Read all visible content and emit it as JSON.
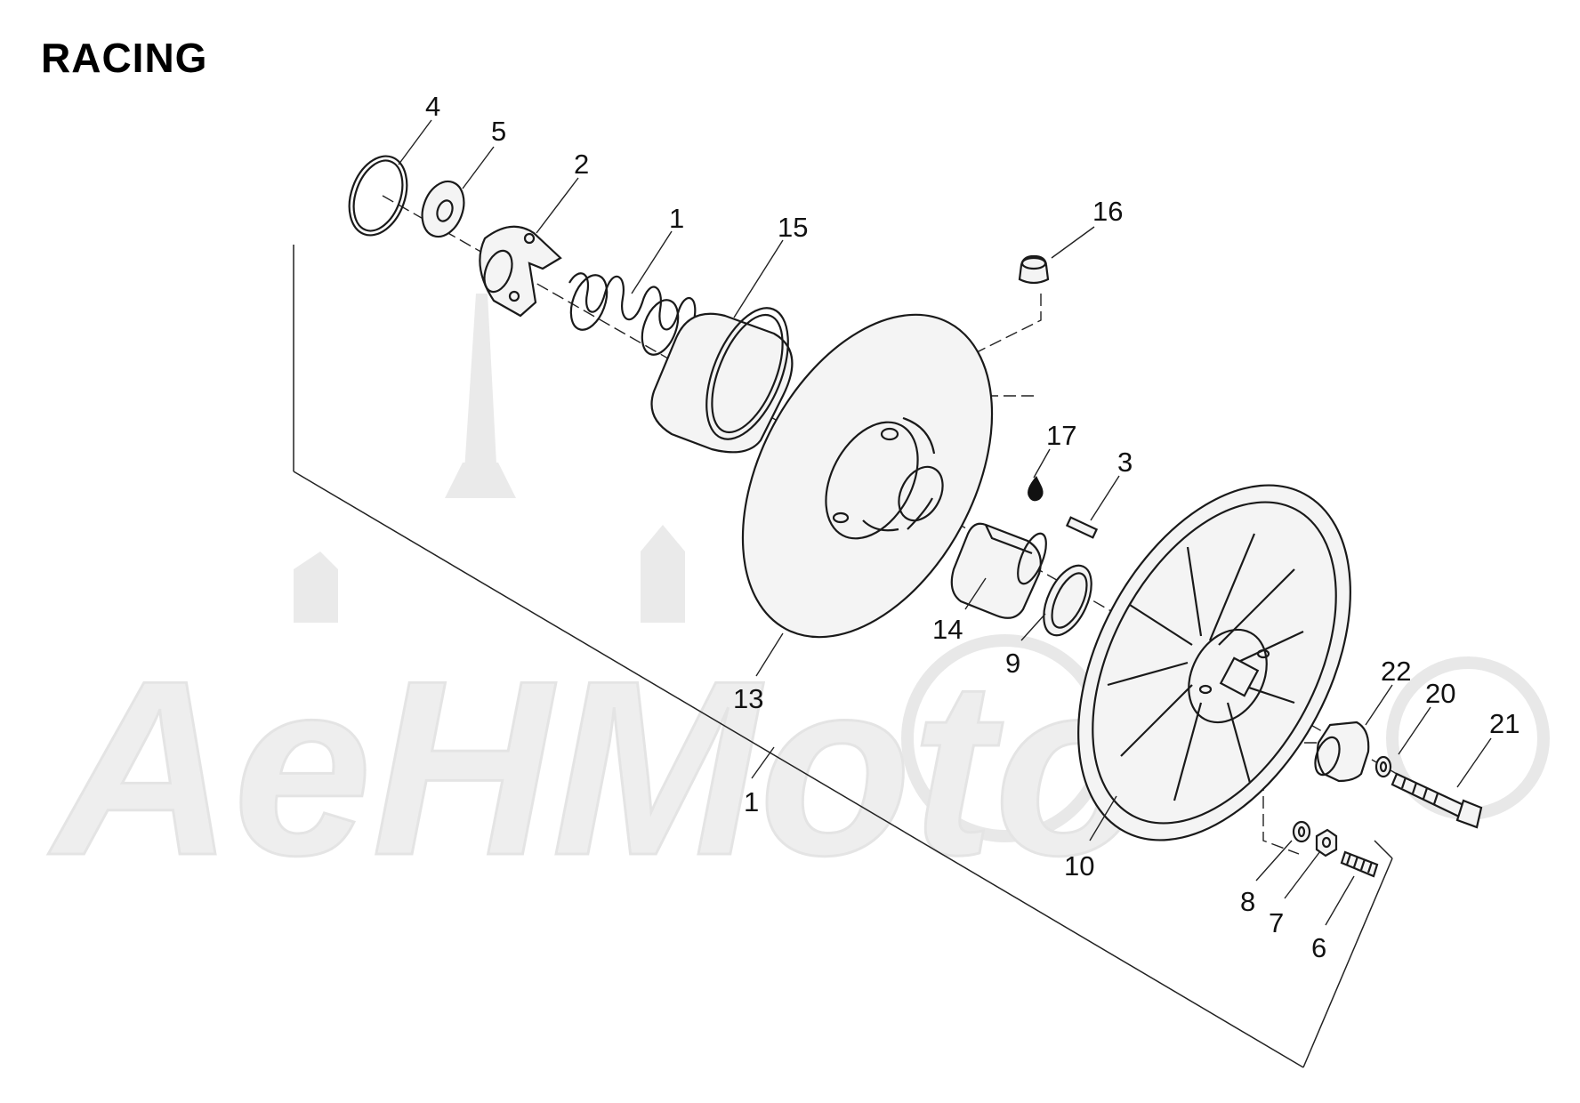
{
  "title": "RACING",
  "watermark": {
    "text": "AeHMoto"
  },
  "callouts": [
    {
      "id": "c4",
      "label": "4"
    },
    {
      "id": "c5",
      "label": "5"
    },
    {
      "id": "c2",
      "label": "2"
    },
    {
      "id": "c1a",
      "label": "1"
    },
    {
      "id": "c15",
      "label": "15"
    },
    {
      "id": "c16",
      "label": "16"
    },
    {
      "id": "c17",
      "label": "17"
    },
    {
      "id": "c3",
      "label": "3"
    },
    {
      "id": "c14",
      "label": "14"
    },
    {
      "id": "c9",
      "label": "9"
    },
    {
      "id": "c13",
      "label": "13"
    },
    {
      "id": "c1b",
      "label": "1"
    },
    {
      "id": "c10",
      "label": "10"
    },
    {
      "id": "c22",
      "label": "22"
    },
    {
      "id": "c20",
      "label": "20"
    },
    {
      "id": "c21",
      "label": "21"
    },
    {
      "id": "c8",
      "label": "8"
    },
    {
      "id": "c7",
      "label": "7"
    },
    {
      "id": "c6",
      "label": "6"
    }
  ]
}
